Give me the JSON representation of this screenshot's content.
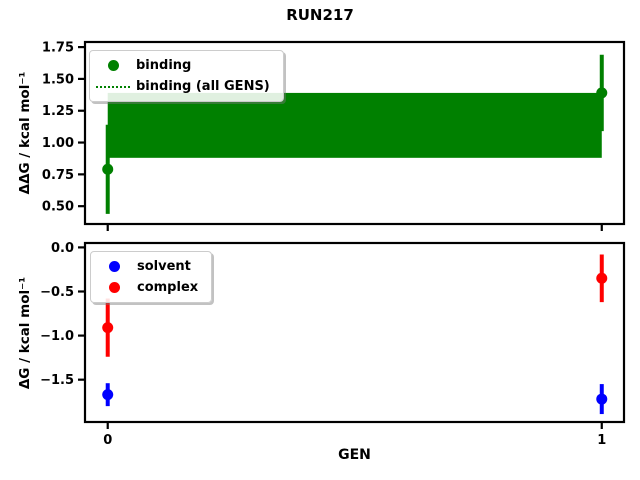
{
  "figure": {
    "title": "RUN217"
  },
  "chart_data": [
    {
      "type": "scatter",
      "panel": "binding",
      "ylabel": "ΔΔG / kcal mol⁻¹",
      "xlabel": "",
      "xlim": [
        -0.046,
        1.045
      ],
      "ylim": [
        0.36,
        1.79
      ],
      "yticks": [
        1.75,
        1.5,
        1.25,
        1.0,
        0.75,
        0.5
      ],
      "yticklabels": [
        "1.75",
        "1.50",
        "1.25",
        "1.00",
        "0.75",
        "0.50"
      ],
      "xticks": [
        0,
        1
      ],
      "xticklabels": [],
      "grid": false,
      "band": {
        "name": "binding (all GENS)",
        "color": "#008000",
        "x": [
          0,
          1
        ],
        "y_low": 0.88,
        "y_high": 1.39
      },
      "series": [
        {
          "name": "binding",
          "color": "#008000",
          "x": [
            0,
            1
          ],
          "y": [
            0.79,
            1.39
          ],
          "yerr": [
            0.35,
            0.3
          ]
        }
      ],
      "legend": {
        "position": "upper left",
        "entries": [
          {
            "label": "binding",
            "marker": "dot",
            "color": "#008000"
          },
          {
            "label": "binding (all GENS)",
            "marker": "dotted-line",
            "color": "#008000"
          }
        ]
      }
    },
    {
      "type": "scatter",
      "panel": "dG",
      "ylabel": "ΔG / kcal mol⁻¹",
      "xlabel": "GEN",
      "xlim": [
        -0.046,
        1.045
      ],
      "ylim": [
        -1.98,
        0.05
      ],
      "yticks": [
        0.0,
        -0.5,
        -1.0,
        -1.5
      ],
      "yticklabels": [
        "0.0",
        "−0.5",
        "−1.0",
        "−1.5"
      ],
      "xticks": [
        0,
        1
      ],
      "xticklabels": [
        "0",
        "1"
      ],
      "grid": false,
      "series": [
        {
          "name": "solvent",
          "color": "#0000ff",
          "x": [
            0,
            1
          ],
          "y": [
            -1.67,
            -1.72
          ],
          "yerr": [
            0.13,
            0.17
          ]
        },
        {
          "name": "complex",
          "color": "#ff0000",
          "x": [
            0,
            1
          ],
          "y": [
            -0.91,
            -0.35
          ],
          "yerr": [
            0.33,
            0.27
          ]
        }
      ],
      "legend": {
        "position": "upper left",
        "entries": [
          {
            "label": "solvent",
            "marker": "dot",
            "color": "#0000ff"
          },
          {
            "label": "complex",
            "marker": "dot",
            "color": "#ff0000"
          }
        ]
      }
    }
  ]
}
